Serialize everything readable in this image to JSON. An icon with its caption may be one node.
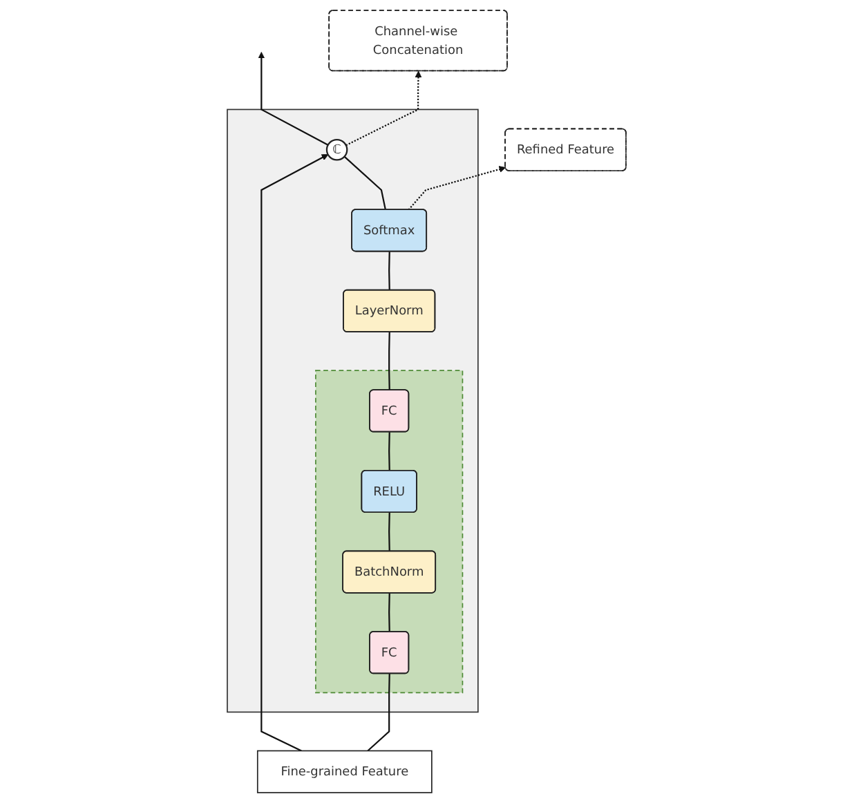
{
  "diagram": {
    "nodes": [
      {
        "text": [],
        "shape": "box"
      },
      {
        "text": [
          "ℂ"
        ],
        "in": 0
      },
      {
        "text": [
          "Softmax"
        ],
        "in": 0
      },
      {
        "text": [
          "LayerNorm"
        ],
        "in": 0
      },
      {
        "text": [],
        "shape": "box",
        "in": 0
      },
      {
        "text": [
          "FC"
        ],
        "in": 4
      },
      {
        "text": [
          "RELU"
        ],
        "in": 4
      },
      {
        "text": [
          "BatchNorm"
        ],
        "in": 4
      },
      {
        "text": [
          "FC"
        ],
        "in": 4
      },
      {
        "text": [
          "Refined Feature"
        ]
      },
      {
        "text": [
          "Channel-wise Concatenation"
        ]
      },
      {
        "text": [
          "Fine-grained Feature"
        ]
      }
    ],
    "edges": [
      {
        "from": 11,
        "to": 8,
        "arrow": "none"
      },
      {
        "from": 8,
        "to": 7,
        "arrow": "none"
      },
      {
        "from": 7,
        "to": 6,
        "arrow": "none"
      },
      {
        "from": 6,
        "to": 5,
        "arrow": "none"
      },
      {
        "from": 5,
        "to": 3,
        "arrow": "none"
      },
      {
        "from": 3,
        "to": 2,
        "arrow": "none"
      },
      {
        "from": 2,
        "to": 1,
        "arrow": "none"
      },
      {
        "from": 1,
        "to": null,
        "arrow": "to"
      },
      {
        "from": 11,
        "to": 1,
        "arrow": "to"
      },
      {
        "from": 2,
        "to": 9,
        "arrow": "to",
        "style": "dashed"
      },
      {
        "from": 1,
        "to": 10,
        "arrow": "to",
        "style": "dashed"
      }
    ]
  }
}
